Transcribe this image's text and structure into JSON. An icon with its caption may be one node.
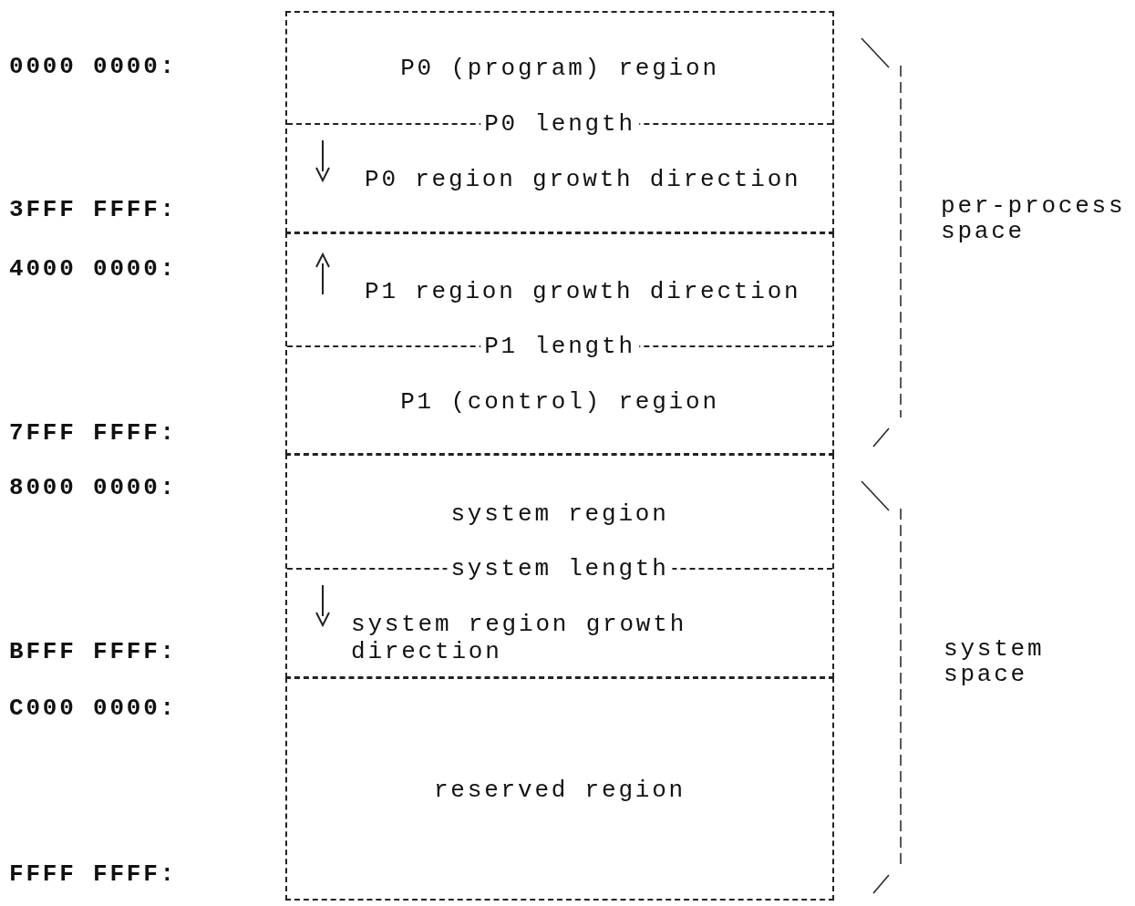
{
  "diagram": {
    "nodes": [
      {
        "text": [
          "P0 (program) region",
          "P0 length",
          "P0 region growth direction"
        ]
      },
      {
        "text": [
          "P1 region growth direction",
          "P1 length",
          "P1 (control) region"
        ]
      },
      {
        "text": [
          "system region",
          "system length",
          "system region growth direction"
        ]
      },
      {
        "text": [
          "reserved region"
        ]
      }
    ],
    "labels": [
      "0000 0000:",
      "3FFF FFFF:",
      "4000 0000:",
      "7FFF FFFF:",
      "8000 0000:",
      "BFFF FFFF:",
      "C000 0000:",
      "FFFF FFFF:",
      "per-process space",
      "system space"
    ]
  }
}
